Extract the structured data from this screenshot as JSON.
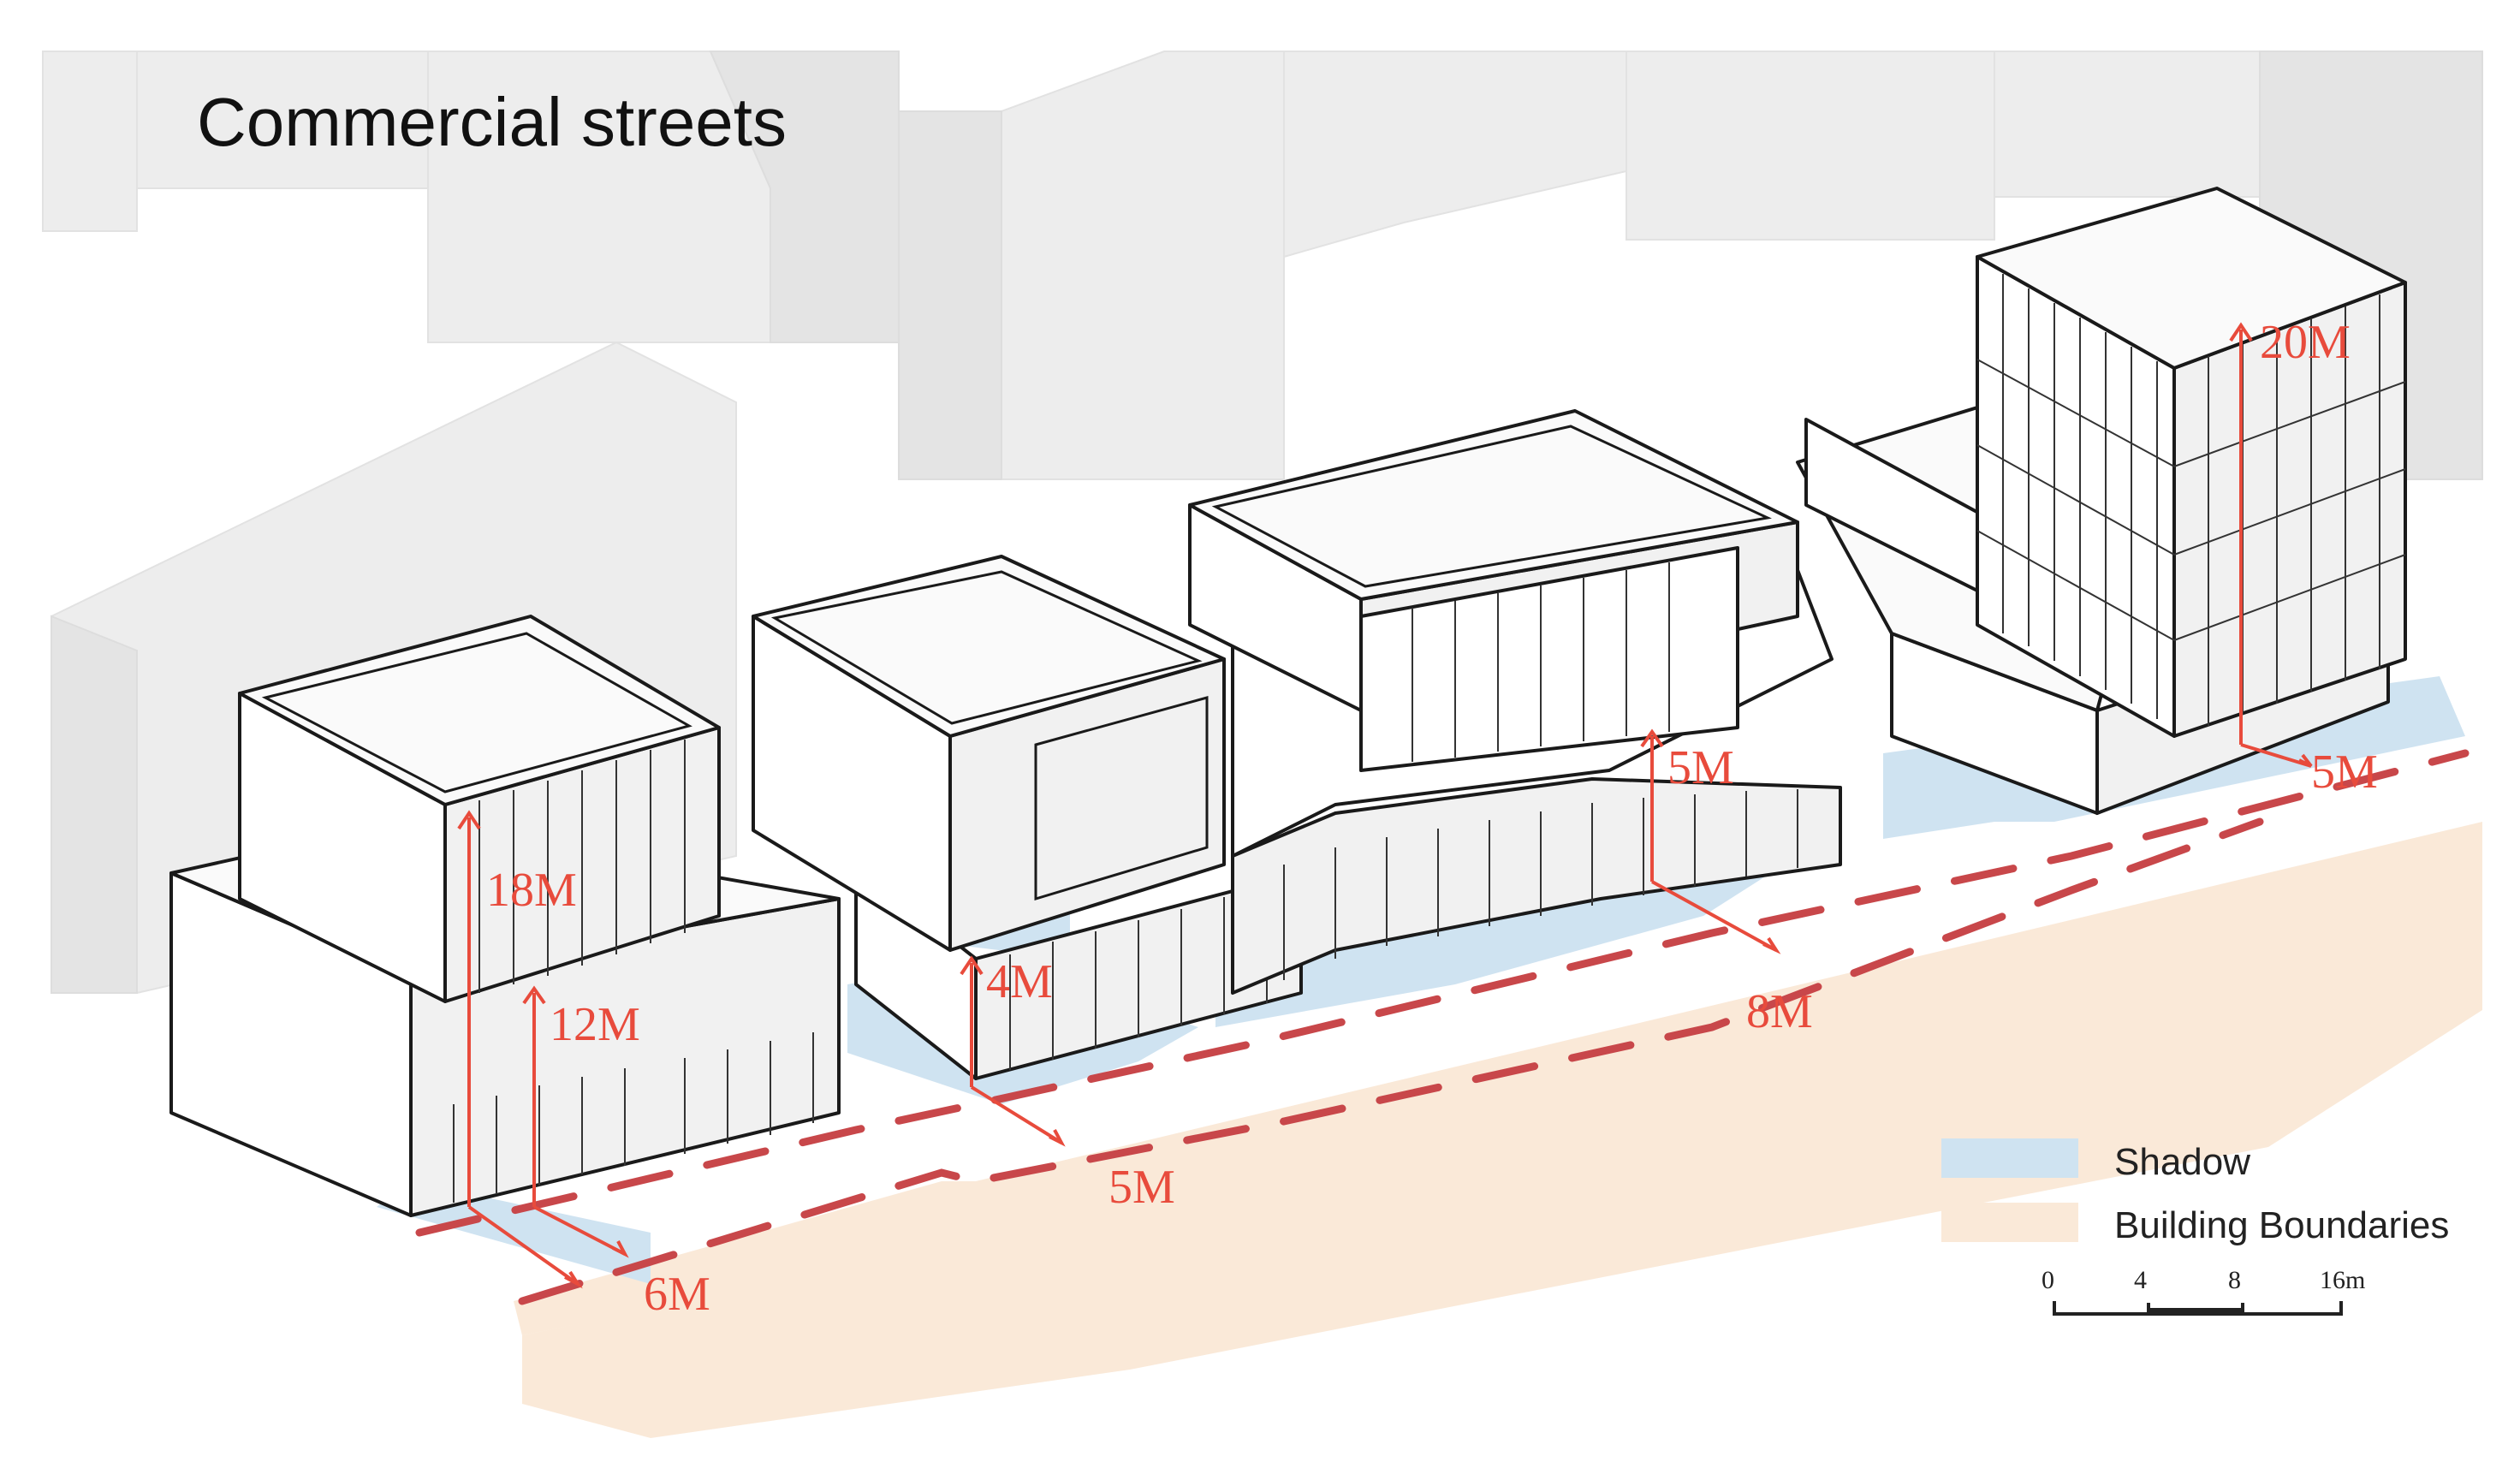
{
  "title": "Commercial streets",
  "dimensions": {
    "d1": "18M",
    "d2": "12M",
    "d3": "6M",
    "d4": "4M",
    "d5": "5M",
    "d6": "5M",
    "d7": "8M",
    "d8": "20M",
    "d9": "5M"
  },
  "legend": {
    "shadow_label": "Shadow",
    "boundary_label": "Building Boundaries",
    "shadow_color": "#cfe3f1",
    "boundary_color": "#fae9d8"
  },
  "scale_bar": {
    "ticks": [
      "0",
      "4",
      "8",
      "16m"
    ]
  },
  "colors": {
    "dimension": "#e84b3c",
    "boundary_dash": "#c8474a"
  }
}
